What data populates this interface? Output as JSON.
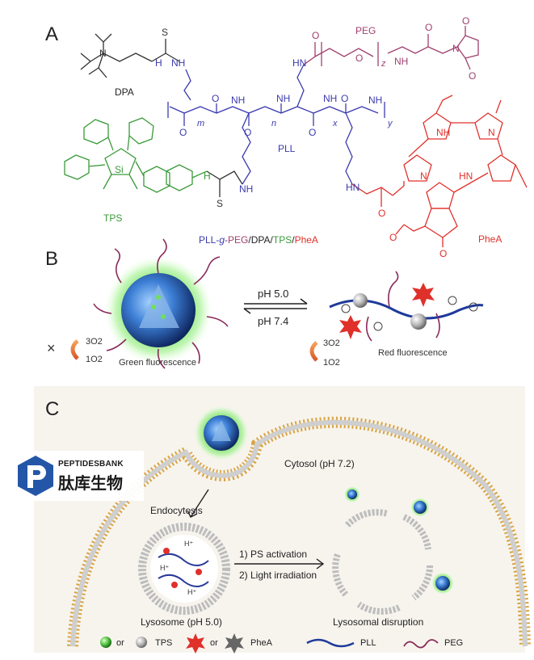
{
  "panels": {
    "a": "A",
    "b": "B",
    "c": "C"
  },
  "colors": {
    "dpa": "#333333",
    "pll": "#3b3bb0",
    "peg": "#a0406e",
    "tps": "#3a9a3a",
    "phea": "#e0302a",
    "membrane": "#d9a441",
    "green_glow": "#7ee36b",
    "grey": "#9a9a9a"
  },
  "panel_a": {
    "dpa_label": "DPA",
    "peg_label": "PEG",
    "pll_label": "PLL",
    "tps_label": "TPS",
    "phea_label": "PheA",
    "si_label": "Si",
    "subscripts": {
      "m": "m",
      "n": "n",
      "x": "x",
      "y": "y",
      "z": "z"
    },
    "atoms": {
      "N": "N",
      "H": "H",
      "O": "O",
      "S": "S",
      "NH": "NH",
      "HN": "HN"
    },
    "formula": {
      "pll": "PLL",
      "sep1": "-",
      "g": "g",
      "sep2": "-",
      "peg": "PEG",
      "slash1": "/",
      "dpa": "DPA",
      "slash2": "/",
      "tps": "TPS",
      "slash3": "/",
      "phea": "PheA"
    }
  },
  "panel_b": {
    "ph_forward": "pH 5.0",
    "ph_reverse": "pH 7.4",
    "left_caption": "Green fluorescence",
    "right_caption": "Red fluorescence",
    "triplet_o2": "3O2",
    "singlet_o2": "1O2",
    "blocked_symbol": "×"
  },
  "panel_c": {
    "cytosol": "Cytosol (pH 7.2)",
    "endocytosis": "Endocytosis",
    "step1": "1) PS activation",
    "step2": "2) Light irradiation",
    "lysosome": "Lysosome (pH 5.0)",
    "disruption": "Lysosomal disruption",
    "h_plus": "H⁺",
    "legend": {
      "or1": "or",
      "tps": "TPS",
      "or2": "or",
      "phea": "PheA",
      "pll": "PLL",
      "peg": "PEG"
    }
  },
  "watermark": {
    "english": "PEPTIDESBANK",
    "chinese": "肽库生物"
  }
}
